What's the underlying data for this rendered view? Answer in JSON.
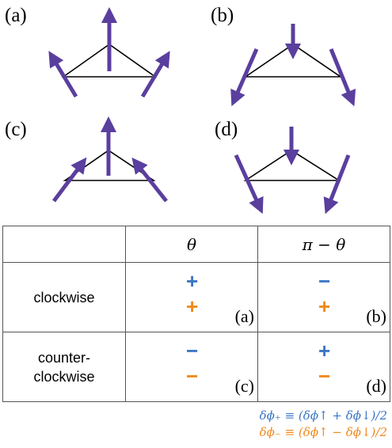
{
  "panels": {
    "a": "(a)",
    "b": "(b)",
    "c": "(c)",
    "d": "(d)"
  },
  "table": {
    "header_left": "",
    "header_theta": "θ",
    "header_pi_minus_theta": "π − θ",
    "rows": [
      {
        "label": "clockwise",
        "theta": {
          "top": "+",
          "bottom": "+",
          "tag": "(a)"
        },
        "pi_minus_theta": {
          "top": "−",
          "bottom": "+",
          "tag": "(b)"
        }
      },
      {
        "label": "counter-\nclockwise",
        "theta": {
          "top": "−",
          "bottom": "−",
          "tag": "(c)"
        },
        "pi_minus_theta": {
          "top": "+",
          "bottom": "−",
          "tag": "(d)"
        }
      }
    ]
  },
  "definitions": {
    "plus": "δϕ₊ ≡ (δϕ↑ + δϕ↓)/2",
    "minus": "δϕ₋ ≡ (δϕ↑ − δϕ↓)/2"
  },
  "colors": {
    "arrow": "#5a3f9e",
    "blue": "#3a76c4",
    "orange": "#f0891f"
  }
}
